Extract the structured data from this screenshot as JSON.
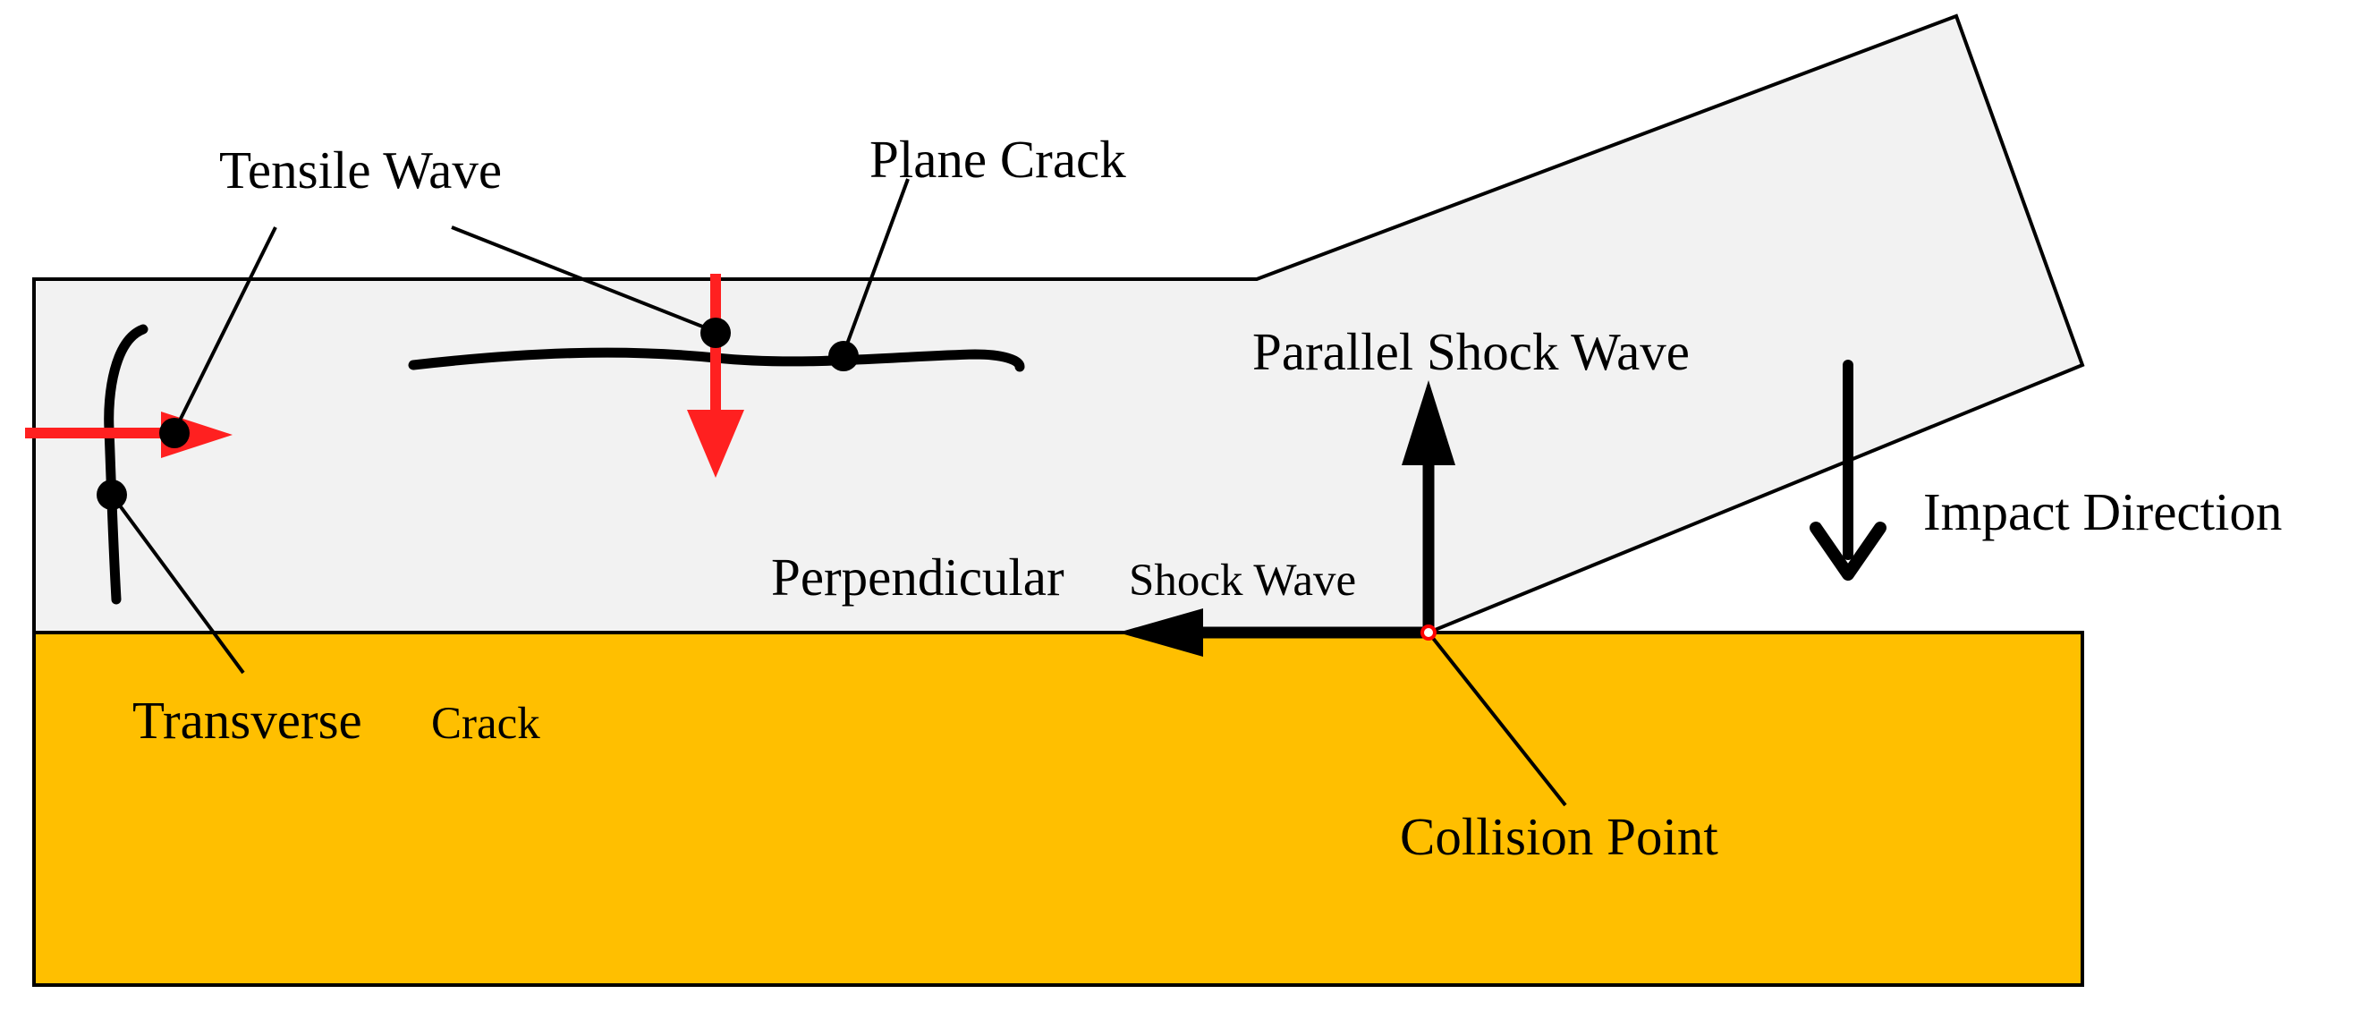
{
  "labels": {
    "tensile_wave": "Tensile Wave",
    "plane_crack": "Plane Crack",
    "parallel_shock_wave": "Parallel Shock Wave",
    "impact_direction": "Impact Direction",
    "perpendicular": "Perpendicular",
    "shock_wave": "Shock Wave",
    "transverse": "Transverse",
    "crack": "Crack",
    "collision_point": "Collision Point"
  },
  "colors": {
    "flyer_plate_fill": "#f2f2f2",
    "base_plate_fill": "#ffbf00",
    "tensile_arrow": "#ff2020",
    "outline": "#000000",
    "collision_marker": "#ff0000"
  }
}
